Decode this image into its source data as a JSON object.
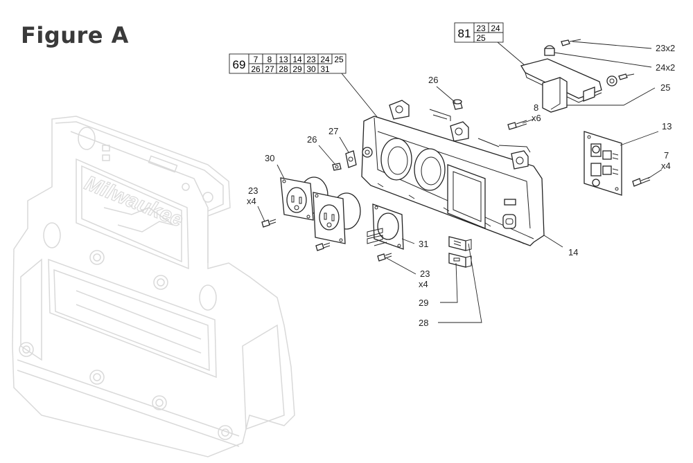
{
  "figure": {
    "title": "Figure A"
  },
  "brand_ghost": "Milwaukee",
  "kit_refs": [
    {
      "id": "kit-69",
      "main": "69",
      "row1": [
        "7",
        "8",
        "13",
        "14",
        "23",
        "24",
        "25"
      ],
      "row2": [
        "26",
        "27",
        "28",
        "29",
        "30",
        "31"
      ]
    },
    {
      "id": "kit-81",
      "main": "81",
      "row1": [
        "23",
        "24"
      ],
      "row2": [
        "25"
      ]
    }
  ],
  "callouts": [
    {
      "id": "c-23x2",
      "lines": [
        "23x2"
      ]
    },
    {
      "id": "c-24x2",
      "lines": [
        "24x2"
      ]
    },
    {
      "id": "c-25",
      "lines": [
        "25"
      ]
    },
    {
      "id": "c-26-top",
      "lines": [
        "26"
      ]
    },
    {
      "id": "c-8x6",
      "lines": [
        "8",
        "x6"
      ]
    },
    {
      "id": "c-13",
      "lines": [
        "13"
      ]
    },
    {
      "id": "c-7x4",
      "lines": [
        "7",
        "x4"
      ]
    },
    {
      "id": "c-27",
      "lines": [
        "27"
      ]
    },
    {
      "id": "c-26-left",
      "lines": [
        "26"
      ]
    },
    {
      "id": "c-30",
      "lines": [
        "30"
      ]
    },
    {
      "id": "c-23x4-left",
      "lines": [
        "23",
        "x4"
      ]
    },
    {
      "id": "c-31",
      "lines": [
        "31"
      ]
    },
    {
      "id": "c-14",
      "lines": [
        "14"
      ]
    },
    {
      "id": "c-23x4-mid",
      "lines": [
        "23",
        "x4"
      ]
    },
    {
      "id": "c-29",
      "lines": [
        "29"
      ]
    },
    {
      "id": "c-28",
      "lines": [
        "28"
      ]
    }
  ],
  "colors": {
    "line": "#222222",
    "ghost": "#d9d9d9",
    "title": "#3a3a3a"
  }
}
